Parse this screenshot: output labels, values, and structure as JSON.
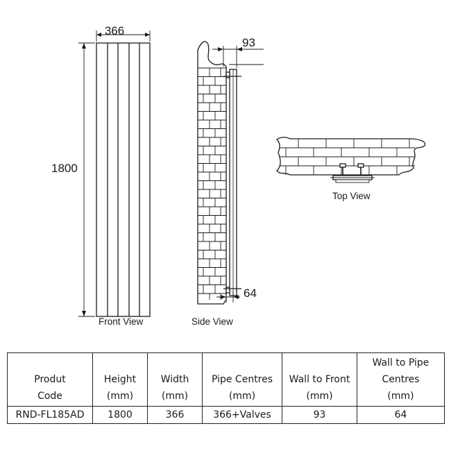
{
  "dimensions": {
    "width": "366",
    "height": "1800",
    "wall_to_front": "93",
    "wall_to_pipe_centres": "64"
  },
  "views": {
    "front": "Front View",
    "side": "Side View",
    "top": "Top View"
  },
  "table": {
    "headers": [
      [
        "Produt",
        "Code"
      ],
      [
        "Height",
        "(mm)"
      ],
      [
        "Width",
        "(mm)"
      ],
      [
        "Pipe Centres",
        "(mm)"
      ],
      [
        "Wall to Front",
        "(mm)"
      ],
      [
        "Wall to Pipe",
        "Centres",
        "(mm)"
      ]
    ],
    "rows": [
      [
        "RND-FL185AD",
        "1800",
        "366",
        "366+Valves",
        "93",
        "64"
      ]
    ]
  }
}
